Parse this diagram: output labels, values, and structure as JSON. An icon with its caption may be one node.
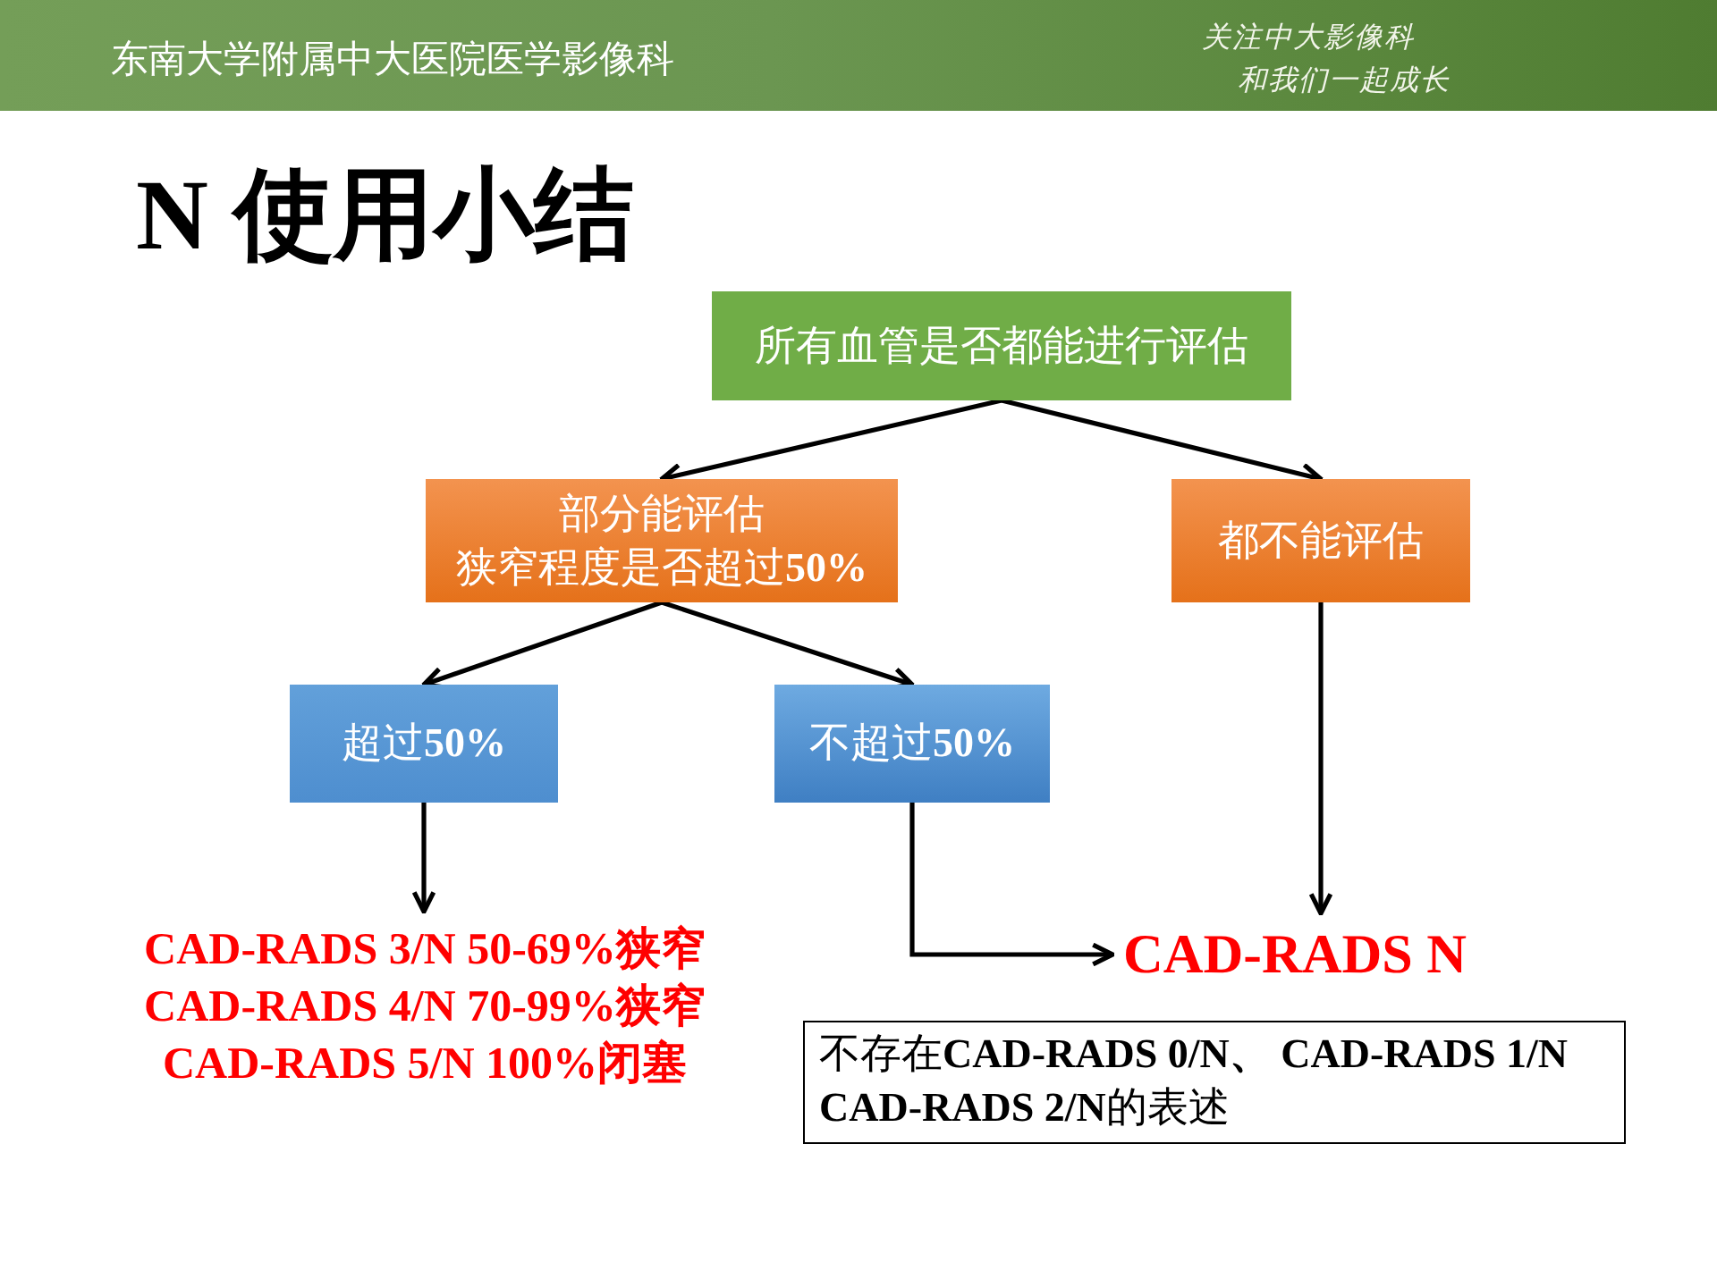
{
  "diagram": {
    "title": "N 使用小结",
    "nodes": [
      {
        "text": [
          "所有血管是否都能进行评估"
        ]
      },
      {
        "text": [
          "部分能评估",
          "狭窄程度是否超过**50%**"
        ]
      },
      {
        "text": [
          "都不能评估"
        ]
      },
      {
        "text": [
          "超过**50%**"
        ]
      },
      {
        "text": [
          "不超过**50%**"
        ]
      },
      {
        "text": [
          "CAD-RADS 3/N 50-69%狭窄",
          "CAD-RADS 4/N 70-99%狭窄",
          "CAD-RADS 5/N 100%闭塞"
        ]
      },
      {
        "text": [
          "CAD-RADS N"
        ]
      },
      {
        "text": [
          "不存在**CAD-RADS 0/N、 CAD-RADS 1/N CAD-RADS 2/N**的表述"
        ]
      }
    ],
    "edges": [
      {
        "from": 0,
        "to": 1,
        "arrow": "to"
      },
      {
        "from": 0,
        "to": 2,
        "arrow": "to"
      },
      {
        "from": 1,
        "to": 3,
        "arrow": "to"
      },
      {
        "from": 1,
        "to": 4,
        "arrow": "to"
      },
      {
        "from": 3,
        "to": 5,
        "arrow": "to"
      },
      {
        "from": 4,
        "to": 6,
        "arrow": "to"
      },
      {
        "from": 2,
        "to": 6,
        "arrow": "to"
      }
    ],
    "labels": [
      "东南大学附属中大医院医学影像科",
      "关注中大影像科",
      "和我们一起成长"
    ]
  }
}
